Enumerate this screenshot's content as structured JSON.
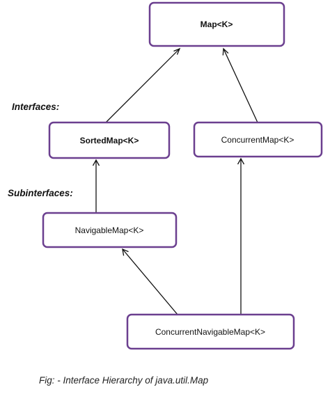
{
  "diagram": {
    "nodes": {
      "map": "Map<K>",
      "sorted_map": "SortedMap<K>",
      "concurrent_map": "ConcurrentMap<K>",
      "navigable_map": "NavigableMap<K>",
      "concurrent_navigable_map": "ConcurrentNavigableMap<K>"
    },
    "section_labels": {
      "interfaces": "Interfaces:",
      "subinterfaces": "Subinterfaces:"
    },
    "caption": "Fig: - Interface Hierarchy of java.util.Map",
    "colors": {
      "box_border": "#6b3f8f",
      "arrow": "#111111"
    }
  }
}
